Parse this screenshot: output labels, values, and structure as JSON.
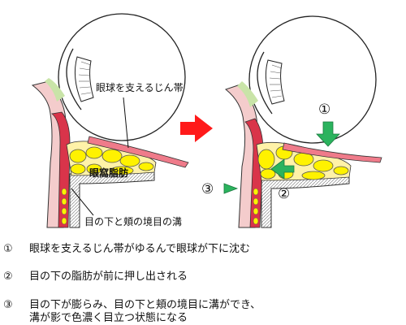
{
  "labels": {
    "ligament": "眼球を支えるじん帯",
    "fat": "眼窩脂肪",
    "groove": "目の下と頬の境目の溝",
    "num1": "①",
    "num2": "②",
    "num3": "③"
  },
  "captions": [
    {
      "num": "①",
      "lines": [
        "眼球を支えるじん帯がゆるんで眼球が下に沈む"
      ]
    },
    {
      "num": "②",
      "lines": [
        "目の下の脂肪が前に押し出される"
      ]
    },
    {
      "num": "③",
      "lines": [
        "目の下が膨らみ、目の下と頬の境目に溝ができ、",
        "溝が影で色濃く目立つ状態になる"
      ]
    }
  ],
  "colors": {
    "fat": "#fff200",
    "muscle": "#d9344a",
    "skin": "#f4cccc",
    "ligament_band": "#ef7b8a",
    "green_arrow": "#2bb35e",
    "red_arrow": "#ff1a1a",
    "cheek_green": "#c9e4a8"
  }
}
